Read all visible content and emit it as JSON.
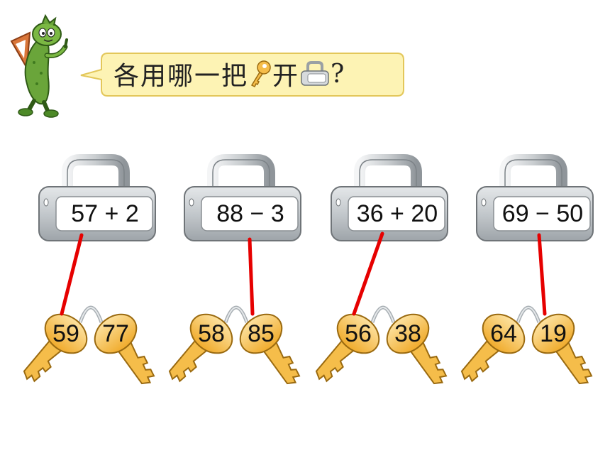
{
  "question": {
    "part1": "各用哪一把",
    "key_icon": "key-icon",
    "part2": "开",
    "lock_icon": "padlock-icon",
    "part3": "?"
  },
  "colors": {
    "bubble_fill": "#fdf3b4",
    "bubble_stroke": "#e3c75a",
    "lock_body": "#cfd3d6",
    "lock_face": "#ffffff",
    "key_gold": "#f5bd4a",
    "key_light": "#fde2a0",
    "line_red": "#e60000",
    "mascot_green": "#6aa53a"
  },
  "puzzles": [
    {
      "expression": "57 + 2",
      "keys": [
        "59",
        "77"
      ],
      "answer": "59"
    },
    {
      "expression": "88 − 3",
      "keys": [
        "58",
        "85"
      ],
      "answer": "85"
    },
    {
      "expression": "36 + 20",
      "keys": [
        "56",
        "38"
      ],
      "answer": "56"
    },
    {
      "expression": "69 − 50",
      "keys": [
        "64",
        "19"
      ],
      "answer": "19"
    }
  ]
}
